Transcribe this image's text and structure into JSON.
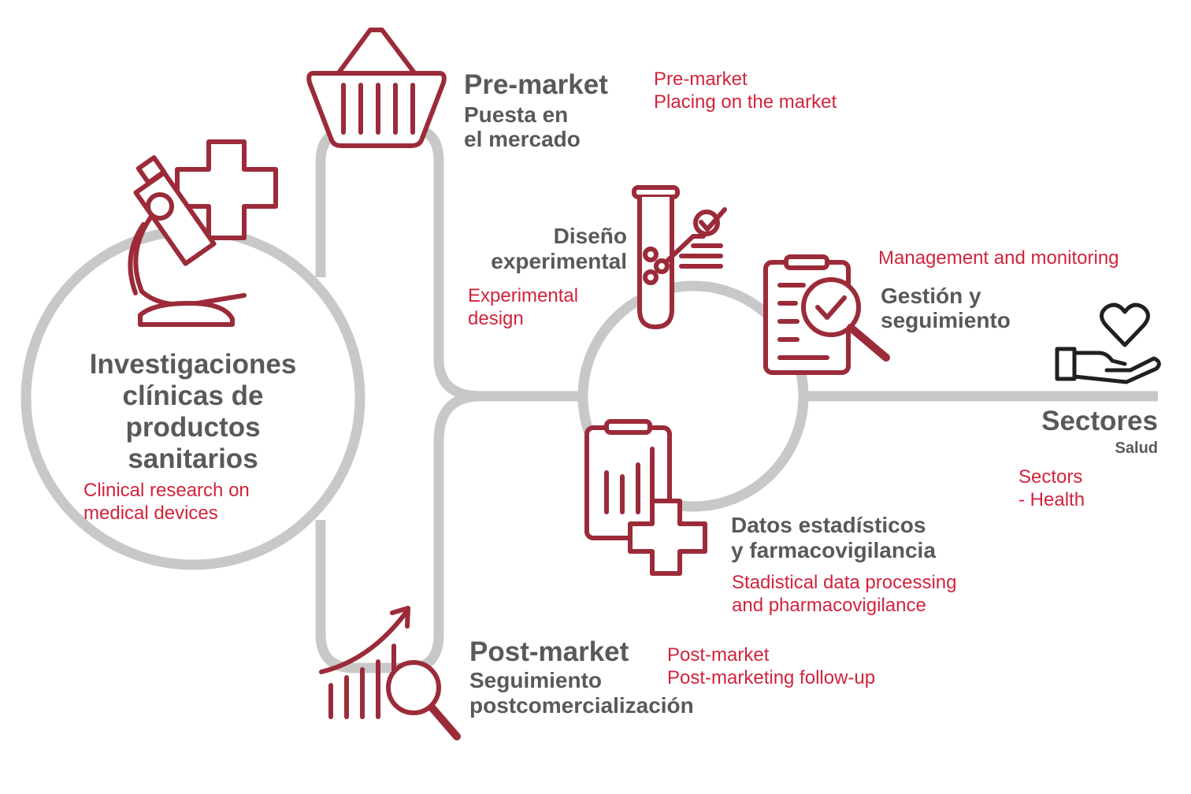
{
  "colors": {
    "accent_dark_red": "#9c2b3a",
    "accent_red": "#d2233c",
    "line_gray": "#c8c8c8",
    "text_gray": "#58595b",
    "icon_dark": "#231f20"
  },
  "center": {
    "title_lines": [
      "Investigaciones",
      "clínicas de",
      "productos",
      "sanitarios"
    ],
    "subtitle_lines": [
      "Clinical research on",
      "medical devices"
    ]
  },
  "premarket": {
    "title": "Pre-market",
    "sub_lines": [
      "Puesta en",
      "el mercado"
    ],
    "en_lines": [
      "Pre-market",
      "Placing on the market"
    ]
  },
  "diseno": {
    "title_lines": [
      "Diseño",
      "experimental"
    ],
    "en_lines": [
      "Experimental",
      "design"
    ]
  },
  "gestion": {
    "en": "Management and monitoring",
    "title_lines": [
      "Gestión y",
      "seguimiento"
    ]
  },
  "sectores": {
    "title": "Sectores",
    "sub": "Salud",
    "en_lines": [
      "Sectors",
      "- Health"
    ]
  },
  "datos": {
    "title_lines": [
      "Datos estadísticos",
      "y farmacovigilancia"
    ],
    "en_lines": [
      "Stadistical data processing",
      "and pharmacovigilance"
    ]
  },
  "postmarket": {
    "title": "Post-market",
    "sub_lines": [
      "Seguimiento",
      "postcomercialización"
    ],
    "en_lines": [
      "Post-market",
      "Post-marketing follow-up"
    ]
  },
  "icons": [
    "microscope-icon",
    "cross-icon",
    "basket-icon",
    "test-tube-icon",
    "clipboard-check-icon",
    "heart-hand-icon",
    "clipboard-chart-icon",
    "growth-search-icon"
  ]
}
